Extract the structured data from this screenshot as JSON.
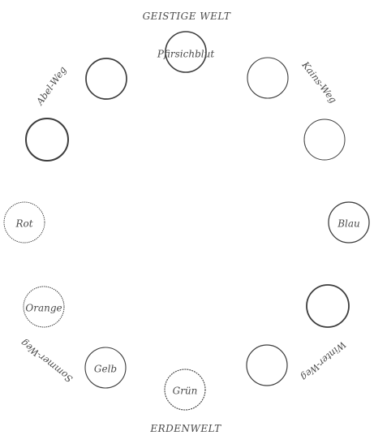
{
  "diagram": {
    "top_label": "GEISTIGE WELT",
    "bottom_label": "ERDENWELT",
    "way_labels": {
      "abel": "Abel-Weg",
      "kain": "Kains-Weg",
      "summer": "Sommer-Weg",
      "winter": "Winter-Weg"
    },
    "circles": {
      "pfirsichblut": "Pfirsichblut",
      "rot": "Rot",
      "blau": "Blau",
      "orange": "Orange",
      "gelb": "Gelb",
      "gruen": "Grün"
    }
  }
}
